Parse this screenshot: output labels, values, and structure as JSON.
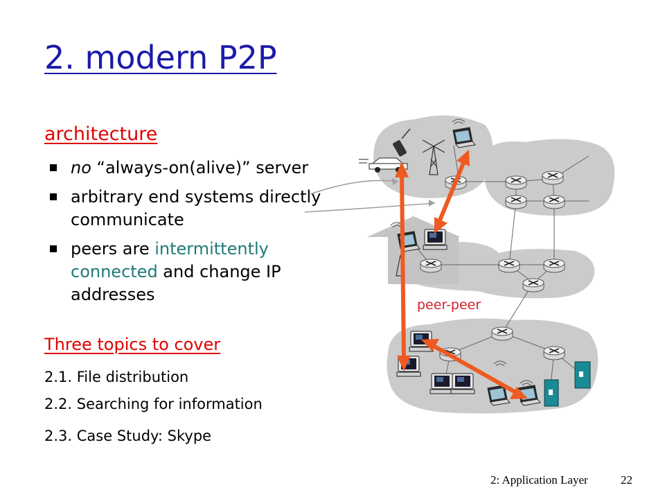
{
  "slide": {
    "title": "2. modern P2P",
    "section_heading": "architecture",
    "bullets": [
      {
        "parts": [
          {
            "text": "no",
            "style": "italic"
          },
          {
            "text": " “always-on(alive)” server",
            "style": "normal"
          }
        ]
      },
      {
        "parts": [
          {
            "text": "arbitrary end systems directly communicate",
            "style": "normal"
          }
        ]
      },
      {
        "parts": [
          {
            "text": "peers are ",
            "style": "normal"
          },
          {
            "text": "intermittently connected",
            "style": "teal"
          },
          {
            "text": " and change IP addresses",
            "style": "normal"
          }
        ]
      }
    ],
    "topics_heading": "Three topics to cover",
    "topics": [
      "2.1. File distribution",
      "2.2. Searching for information",
      "2.3. Case Study: Skype"
    ],
    "footer_left": "2: Application Layer",
    "page_number": "22"
  },
  "diagram": {
    "label": "peer-peer",
    "colors": {
      "arrow": "#ee5a22",
      "network_cloud": "#c8c8c8",
      "bullet_arrow": "#a0a0a0",
      "up_arrow": "#c4c4c4",
      "device_teal": "#1a8a96"
    },
    "icons": [
      "cell-phone-icon",
      "car-icon",
      "antenna-tower-icon",
      "laptop-icon",
      "router-icon",
      "desktop-computer-icon",
      "server-tower-icon"
    ]
  }
}
